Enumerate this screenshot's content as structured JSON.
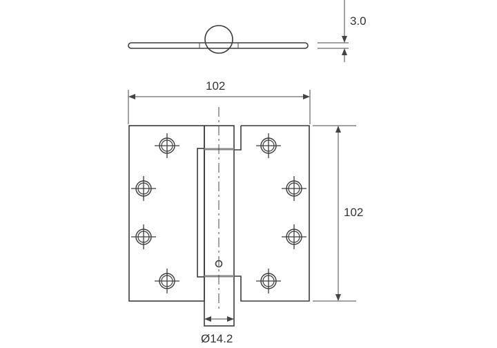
{
  "dimensions": {
    "thickness": "3.0",
    "width": "102",
    "height": "102",
    "knuckle_diameter": "Ø14.2"
  },
  "colors": {
    "line": "#3a3a3a",
    "background": "#ffffff"
  }
}
